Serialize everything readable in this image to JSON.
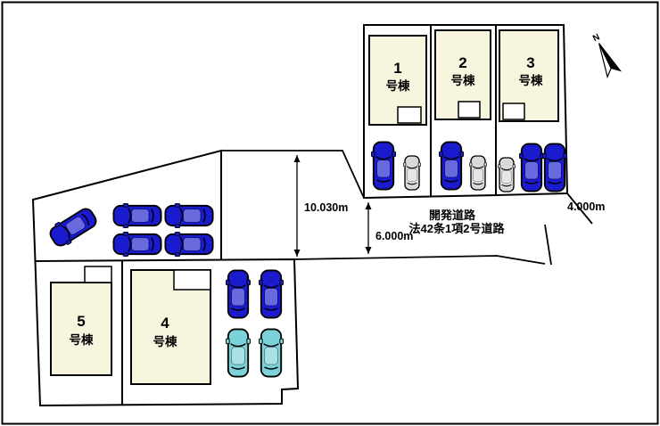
{
  "plan": {
    "buildings": [
      {
        "num": "1",
        "suffix": "号棟"
      },
      {
        "num": "2",
        "suffix": "号棟"
      },
      {
        "num": "3",
        "suffix": "号棟"
      },
      {
        "num": "4",
        "suffix": "号棟"
      },
      {
        "num": "5",
        "suffix": "号棟"
      }
    ],
    "road": {
      "name": "開発道路",
      "law": "法42条1項2号道路"
    },
    "dimensions": {
      "left": "10.030m",
      "center": "6.000m",
      "right": "4.000m"
    },
    "compass": {
      "north": "N"
    }
  },
  "colors": {
    "outline": "#000000",
    "background": "#ffffff",
    "building_fill": "#f8f5df",
    "car_blue": "#1a1ace",
    "car_gray": "#d9d9d9",
    "car_teal": "#7bd2d8"
  }
}
